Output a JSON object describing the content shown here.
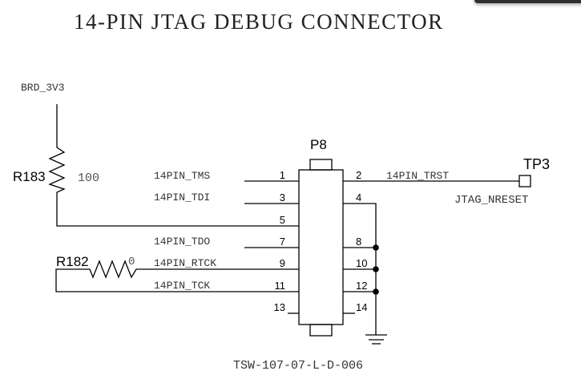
{
  "title": "14-PIN JTAG DEBUG CONNECTOR",
  "power_net": "BRD_3V3",
  "resistors": [
    {
      "ref": "R183",
      "value": "100"
    },
    {
      "ref": "R182",
      "value": "0"
    }
  ],
  "connector": {
    "ref": "P8",
    "part_number": "TSW-107-07-L-D-006",
    "left_pins": [
      {
        "num": "1",
        "net": "14PIN_TMS"
      },
      {
        "num": "3",
        "net": "14PIN_TDI"
      },
      {
        "num": "5",
        "net": ""
      },
      {
        "num": "7",
        "net": "14PIN_TDO"
      },
      {
        "num": "9",
        "net": "14PIN_RTCK"
      },
      {
        "num": "11",
        "net": "14PIN_TCK"
      },
      {
        "num": "13",
        "net": ""
      }
    ],
    "right_pins": [
      {
        "num": "2",
        "net": "14PIN_TRST"
      },
      {
        "num": "4",
        "net": ""
      },
      {
        "num": "8",
        "net": ""
      },
      {
        "num": "10",
        "net": ""
      },
      {
        "num": "12",
        "net": ""
      },
      {
        "num": "14",
        "net": ""
      }
    ]
  },
  "test_point": {
    "ref": "TP3",
    "net": "JTAG_NRESET"
  },
  "ground_symbol": "ground-icon"
}
